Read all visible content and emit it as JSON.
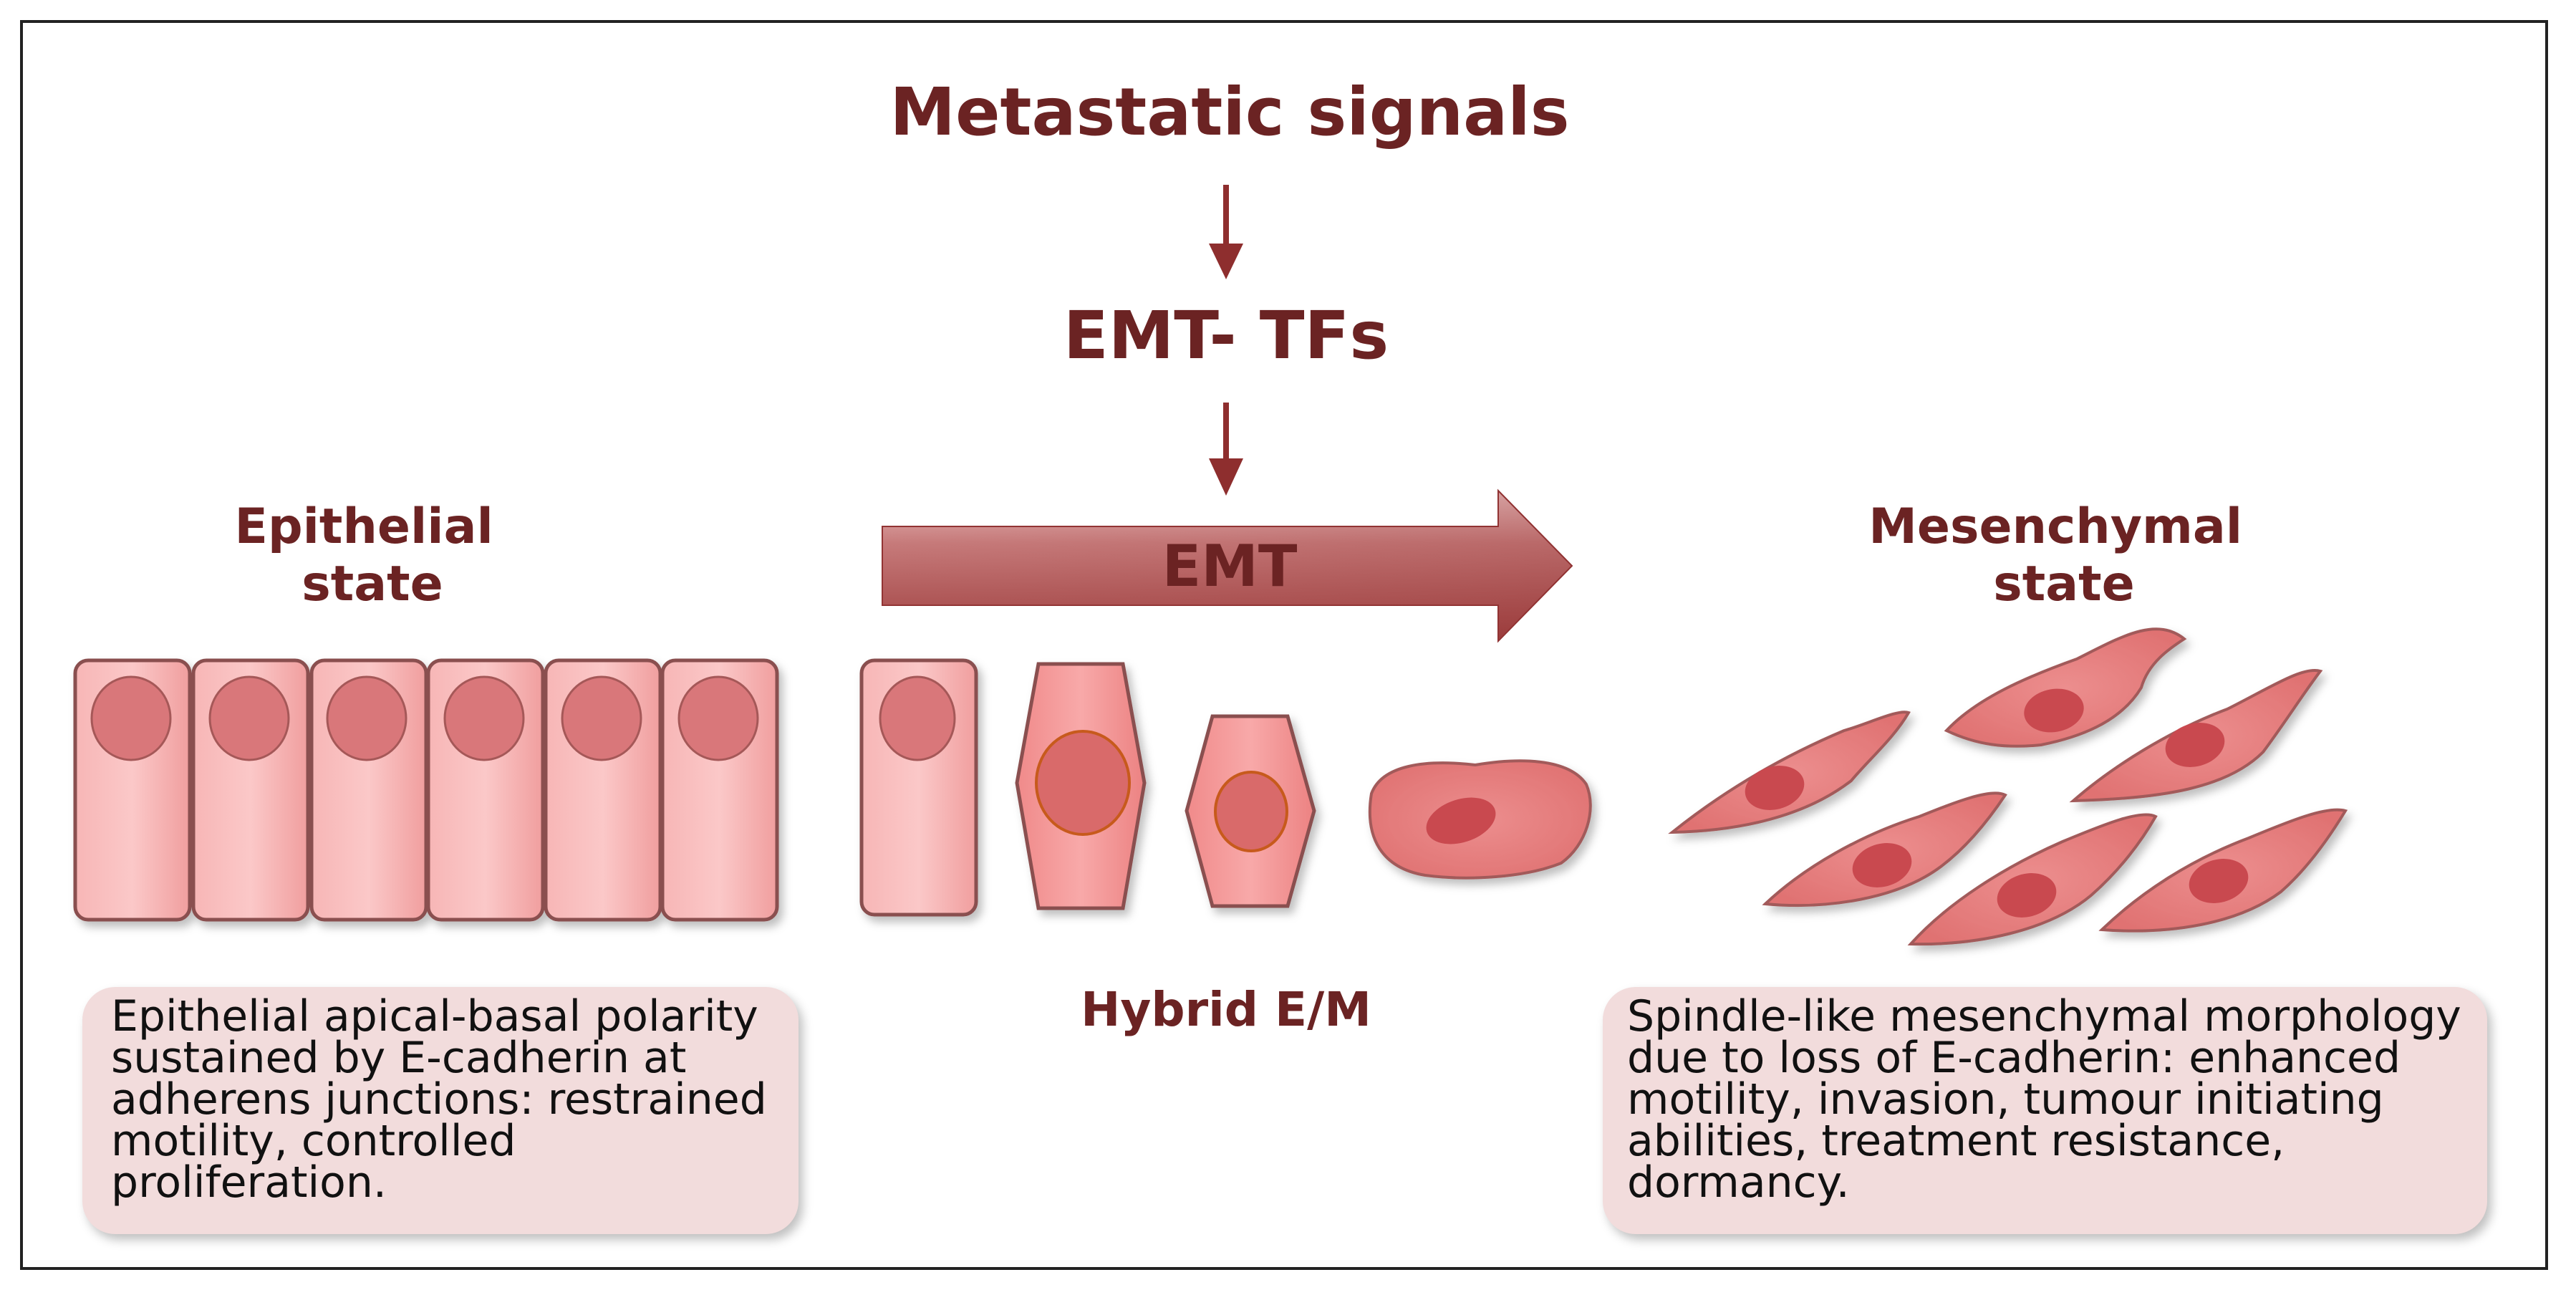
{
  "top_signal": "Metastatic signals",
  "intermediate": "EMT- TFs",
  "transition_label": "EMT",
  "epithelial_label": [
    "Epithelial",
    "state"
  ],
  "mesenchymal_label": [
    "Mesenchymal",
    "state"
  ],
  "hybrid_label": "Hybrid E/M",
  "epithelial_description": [
    "Epithelial apical-basal polarity",
    "sustained by E-cadherin at",
    "adherens junctions: restrained",
    "motility, controlled",
    "proliferation."
  ],
  "mesenchymal_description": [
    "Spindle-like mesenchymal morphology",
    "due to loss of E-cadherin: enhanced",
    "motility, invasion, tumour initiating",
    "abilities, treatment resistance,",
    "dormancy."
  ],
  "colors": {
    "title": "#6b2323",
    "arrow": "#8e2e2e",
    "cell_fill": "#f4a9a9",
    "cell_stroke": "#8a5050",
    "nucleus": "#d9777a",
    "description_box": "#f2dcdc"
  }
}
